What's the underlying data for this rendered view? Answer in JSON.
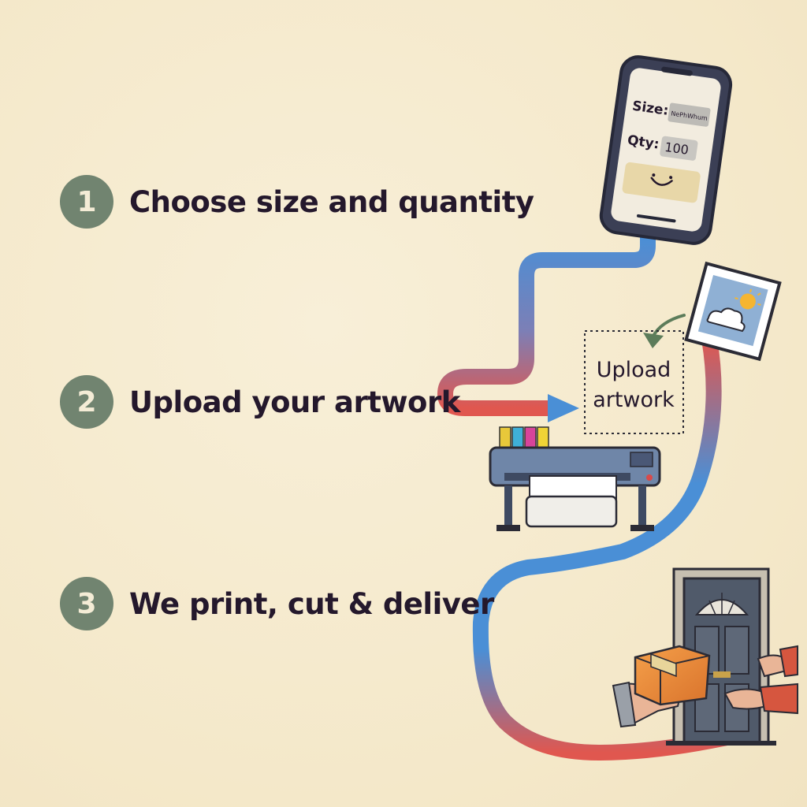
{
  "steps": [
    {
      "number": "1",
      "label": "Choose size and quantity"
    },
    {
      "number": "2",
      "label": "Upload your artwork"
    },
    {
      "number": "3",
      "label": "We print, cut & deliver"
    }
  ],
  "phone": {
    "size_label": "Size:",
    "size_value": "NePhWhum",
    "qty_label": "Qty:",
    "qty_value": "100"
  },
  "upload_box": {
    "line1": "Upload",
    "line2": "artwork"
  },
  "icons": [
    "smartphone-icon",
    "image-file-icon",
    "sun-icon",
    "cloud-icon",
    "printer-icon",
    "ink-cartridges-icon",
    "door-icon",
    "package-icon",
    "hands-icon",
    "arrow-icon"
  ],
  "colors": {
    "badge": "#718470",
    "label_text": "#24182c",
    "path_blue": "#4a8fd6",
    "path_red": "#e0574f",
    "background": "#f6ecd2"
  }
}
